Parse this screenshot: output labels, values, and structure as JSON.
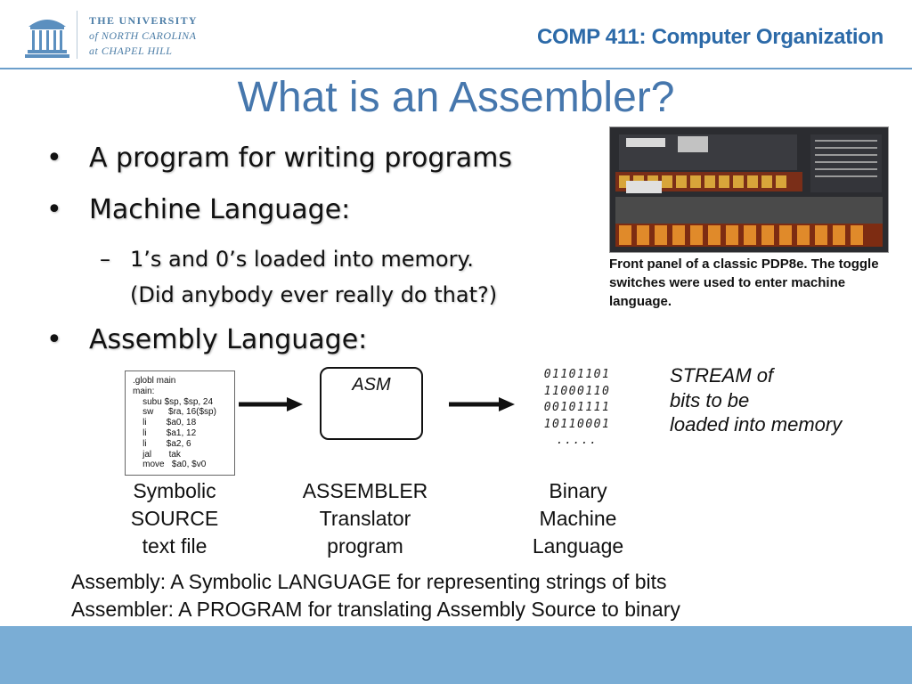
{
  "header": {
    "university_lines": [
      "THE UNIVERSITY",
      "of NORTH CAROLINA",
      "at CHAPEL HILL"
    ],
    "course_title": "COMP 411: Computer Organization",
    "colors": {
      "header_text": "#2c6aa8",
      "rule": "#6c9fcb",
      "footer": "#7aadd5"
    },
    "logo_icon": "old-well-icon"
  },
  "slide": {
    "title": "What is an Assembler?",
    "bullets": [
      {
        "level": 1,
        "text": "A program for writing programs"
      },
      {
        "level": 1,
        "text": "Machine Language:"
      },
      {
        "level": 2,
        "text": "1’s and 0’s loaded into memory."
      },
      {
        "level": 2,
        "text": "(Did anybody ever really do that?)"
      },
      {
        "level": 1,
        "text": "Assembly Language:"
      }
    ],
    "image_caption": "Front panel of a classic PDP8e. The toggle switches were used to enter machine language."
  },
  "diagram": {
    "source_code": ".globl main\nmain:\n    subu $sp, $sp, 24\n    sw      $ra, 16($sp)\n    li        $a0, 18\n    li        $a1, 12\n    li        $a2, 6\n    jal       tak\n    move   $a0, $v0",
    "asm_box_label": "ASM",
    "binary_lines": [
      "01101101",
      "11000110",
      "00101111",
      "10110001",
      "....."
    ],
    "stream_text": [
      "STREAM of",
      "bits to be",
      "loaded into memory"
    ],
    "labels": [
      [
        "Symbolic",
        "SOURCE",
        "text file"
      ],
      [
        "ASSEMBLER",
        "Translator",
        "program"
      ],
      [
        "Binary",
        "Machine",
        "Language"
      ]
    ]
  },
  "definitions": [
    "Assembly:  A Symbolic LANGUAGE for representing strings of bits",
    "Assembler:  A PROGRAM for translating Assembly Source to binary"
  ]
}
